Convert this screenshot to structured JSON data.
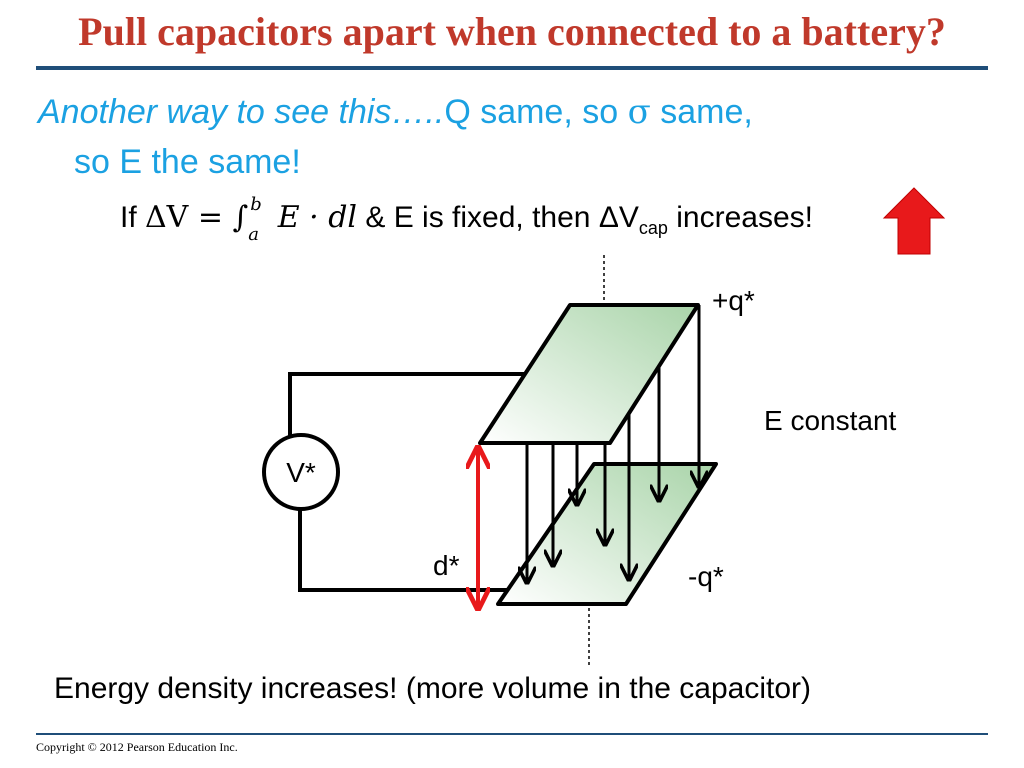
{
  "title": "Pull capacitors apart when connected to a battery?",
  "line1_italic": "Another way to see this…..",
  "line1_rest_a": "Q same, so ",
  "line1_sigma": "σ",
  "line1_rest_b": " same,",
  "line2": "so E the same!",
  "formula": {
    "prefix": "If ",
    "delta_v": "ΔV = ∫",
    "upper": "b",
    "lower": "a",
    "integrand": " E · dl",
    "middle": " & E is fixed, then ΔV",
    "sub": "cap",
    "suffix": " increases!"
  },
  "labels": {
    "plus_q": "+q*",
    "minus_q": "-q*",
    "e_constant": "E constant",
    "voltage": "V*",
    "distance": "d*"
  },
  "bottom_text": "Energy density increases!  (more volume in the capacitor)",
  "copyright": "Copyright © 2012 Pearson Education Inc.",
  "colors": {
    "title": "#c0392b",
    "subtitle": "#1ba1e2",
    "rule": "#1f4e79",
    "up_arrow": "#e8191b",
    "d_arrow": "#e8191b",
    "plate_fill": "#cfe6cf"
  }
}
